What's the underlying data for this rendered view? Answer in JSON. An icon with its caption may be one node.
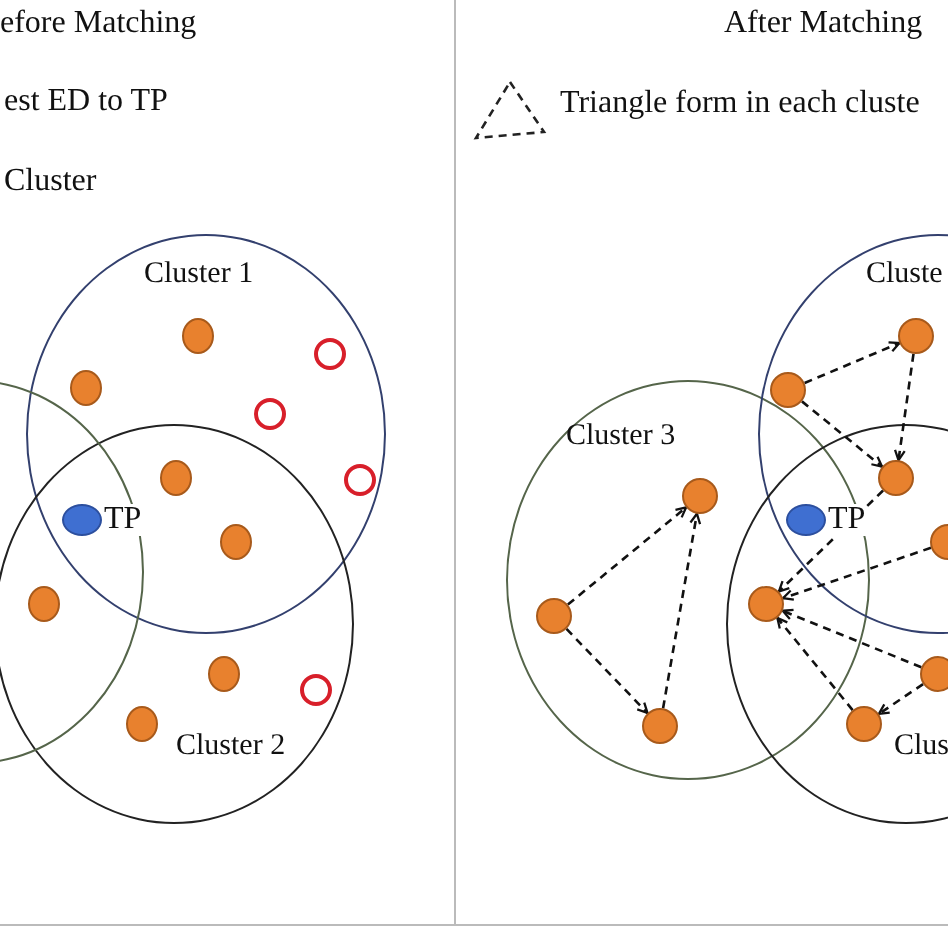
{
  "diagram": {
    "nodes": [
      {
        "text": [
          "Cluster 1"
        ]
      },
      {
        "text": [
          "Cluster 2"
        ]
      },
      {
        "text": [],
        "shape": "circle"
      },
      {
        "text": [],
        "shape": "circle",
        "beside": [
          "TP"
        ]
      },
      {
        "text": [],
        "shape": "circle",
        "in": 0
      },
      {
        "text": [],
        "shape": "circle",
        "in": 0
      },
      {
        "text": [],
        "shape": "circle"
      },
      {
        "text": [],
        "shape": "circle"
      },
      {
        "text": [],
        "shape": "circle"
      },
      {
        "text": [],
        "shape": "circle",
        "in": 1
      },
      {
        "text": [],
        "shape": "circle",
        "in": 1
      },
      {
        "text": [],
        "shape": "circle",
        "in": 0
      },
      {
        "text": [],
        "shape": "circle",
        "in": 0
      },
      {
        "text": [],
        "shape": "circle",
        "in": 0
      },
      {
        "text": [],
        "shape": "circle",
        "in": 1
      },
      {
        "text": [
          "Cluster 3"
        ]
      },
      {
        "text": [
          "Cluste"
        ]
      },
      {
        "text": [
          "Clus"
        ]
      },
      {
        "text": [],
        "shape": "circle",
        "beside": [
          "TP"
        ]
      },
      {
        "text": [],
        "shape": "circle",
        "in": 15
      },
      {
        "text": [],
        "shape": "circle",
        "in": 15
      },
      {
        "text": [],
        "shape": "circle",
        "in": 15
      },
      {
        "text": [],
        "shape": "circle",
        "in": 16
      },
      {
        "text": [],
        "shape": "circle",
        "in": 16
      },
      {
        "text": [],
        "shape": "circle"
      },
      {
        "text": [],
        "shape": "circle"
      },
      {
        "text": [],
        "shape": "circle"
      },
      {
        "text": [],
        "shape": "circle",
        "in": 17
      },
      {
        "text": [],
        "shape": "circle",
        "in": 17
      }
    ],
    "edges": [
      {
        "from": 20,
        "to": 19,
        "arrow": "to",
        "style": "dashed"
      },
      {
        "from": 20,
        "to": 21,
        "arrow": "to",
        "style": "dashed"
      },
      {
        "from": 21,
        "to": 19,
        "arrow": "to",
        "style": "dashed"
      },
      {
        "from": 23,
        "to": 22,
        "arrow": "to",
        "style": "dashed"
      },
      {
        "from": 22,
        "to": 24,
        "arrow": "to",
        "style": "dashed"
      },
      {
        "from": 23,
        "to": 24,
        "arrow": "to",
        "style": "dashed"
      },
      {
        "from": 24,
        "to": 26,
        "arrow": "to",
        "style": "dashed"
      },
      {
        "from": 25,
        "to": 26,
        "arrow": "to",
        "style": "dashed"
      },
      {
        "from": 27,
        "to": 26,
        "arrow": "to",
        "style": "dashed"
      },
      {
        "from": 28,
        "to": 26,
        "arrow": "to",
        "style": "dashed"
      },
      {
        "from": 27,
        "to": 28,
        "arrow": "to",
        "style": "dashed"
      }
    ],
    "labels": [
      "efore Matching",
      "est ED to TP",
      "Cluster",
      "After Matching"
    ],
    "legend": [
      {
        "text": "Triangle form in each cluste"
      }
    ]
  }
}
